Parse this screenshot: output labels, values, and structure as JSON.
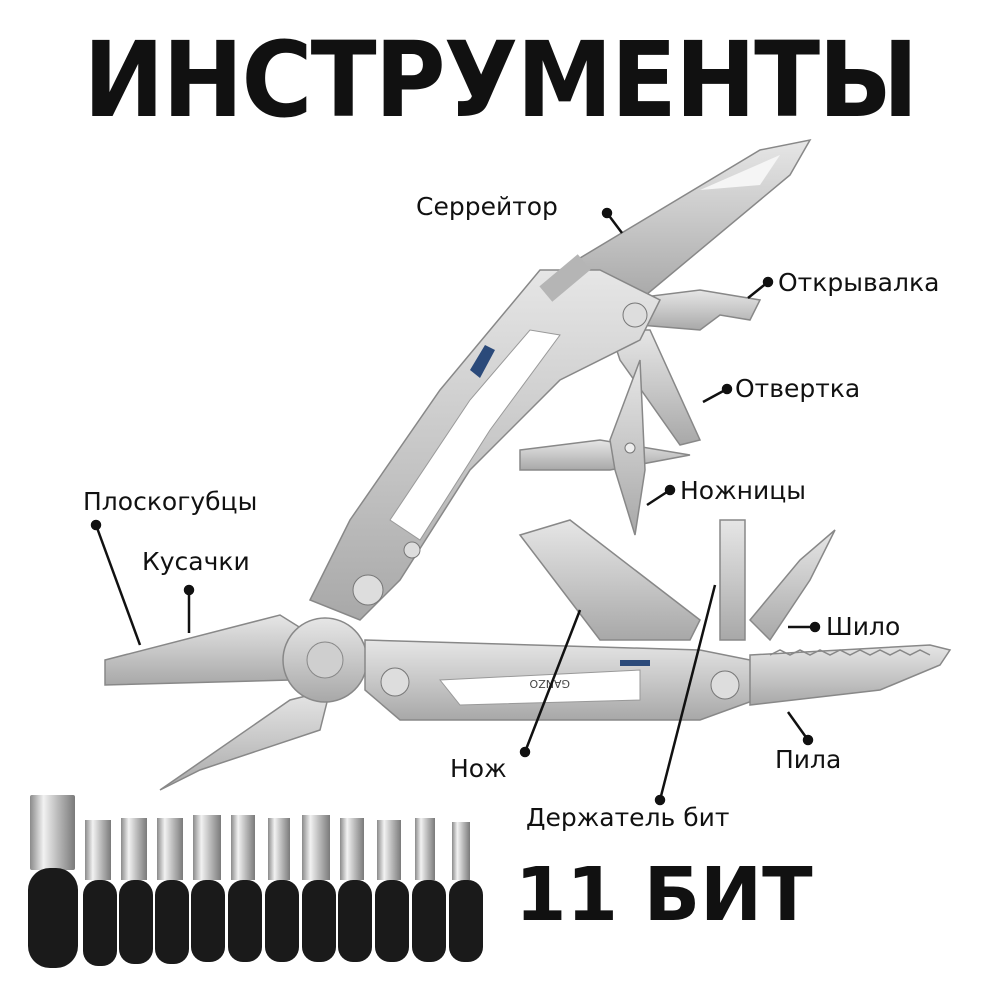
{
  "title": "ИНСТРУМЕНТЫ",
  "brand": "GANZO",
  "labels": {
    "serrator": "Серрейтор",
    "opener": "Открывалка",
    "screwdriver": "Отвертка",
    "scissors": "Ножницы",
    "pliers": "Плоскогубцы",
    "cutters": "Кусачки",
    "awl": "Шило",
    "saw": "Пила",
    "knife": "Нож",
    "bit_holder": "Держатель бит"
  },
  "bits": {
    "count_label": "11 БИТ",
    "count": 11
  },
  "colors": {
    "text": "#111111",
    "steel": "#c9c9c9",
    "steel_dark": "#9a9a9a",
    "bit_holder": "#1a1a1a",
    "accent": "#2b4a7a"
  }
}
